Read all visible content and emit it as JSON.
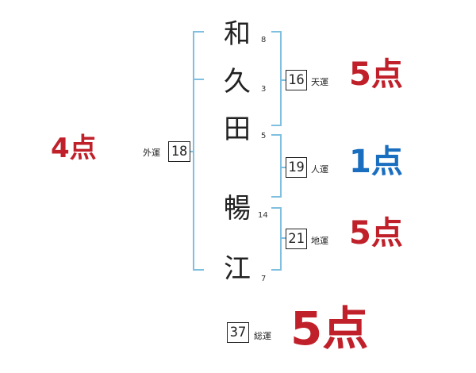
{
  "name_chars": [
    {
      "char": "和",
      "strokes": "8"
    },
    {
      "char": "久",
      "strokes": "3"
    },
    {
      "char": "田",
      "strokes": "5"
    },
    {
      "char": "暢",
      "strokes": "14"
    },
    {
      "char": "江",
      "strokes": "7"
    }
  ],
  "unkaku": [
    {
      "label": "天運",
      "value": "16",
      "score": "5点",
      "color": "#c0202a"
    },
    {
      "label": "人運",
      "value": "19",
      "score": "1点",
      "color": "#1a6ec0"
    },
    {
      "label": "地運",
      "value": "21",
      "score": "5点",
      "color": "#c0202a"
    }
  ],
  "gaiun": {
    "label": "外運",
    "value": "18",
    "score": "4点",
    "color": "#c0202a"
  },
  "souun": {
    "label": "総運",
    "value": "37",
    "score": "5点",
    "color": "#c0202a"
  },
  "colors": {
    "bracket": "#7fbfe0"
  }
}
